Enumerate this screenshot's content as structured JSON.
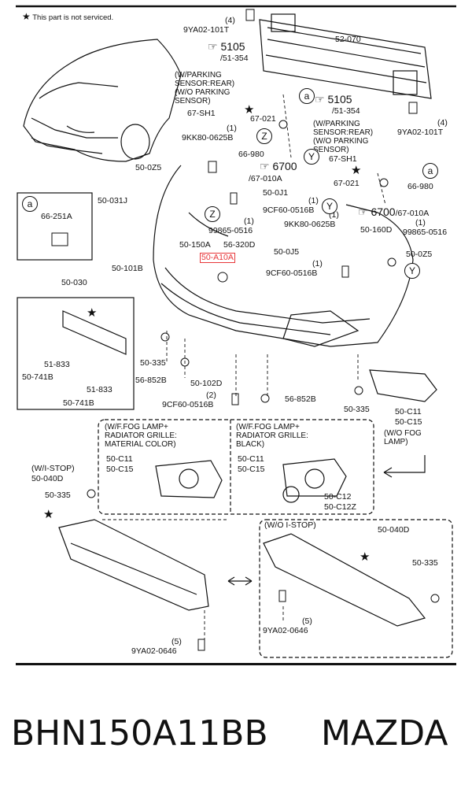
{
  "note": "This part is not serviced.",
  "labels": {
    "p9ya02_101t_top_qty": "(4)",
    "p9ya02_101t_top": "9YA02-101T",
    "p52_070": "52-070",
    "p5105_a": "5105",
    "p51_354_a": "/51-354",
    "cond_parking_rear_a": "(W/PARKING\nSENSOR:REAR)\n(W/O PARKING\nSENSOR)",
    "p67_sh1_a": "67-SH1",
    "p67_021_a": "67-021",
    "qty1_a": "(1)",
    "p9kk80_0625b_a": "9KK80-0625B",
    "p66_980_a": "66-980",
    "p50_0z5_a": "50-0Z5",
    "p6700_a": "6700",
    "p67_010a_a": "/67-010A",
    "p50_0j1": "50-0J1",
    "p50_031j": "50-031J",
    "p9cf60_0516b_a": "9CF60-0516B",
    "qty1_b": "(1)",
    "p99865_0516_a": "99865-0516",
    "qty1_c": "(1)",
    "p50_150a": "50-150A",
    "p56_320d": "56-320D",
    "p50_a10a": "50-A10A",
    "p5105_b": "5105",
    "p51_354_b": "/51-354",
    "cond_parking_rear_b": "(W/PARKING\nSENSOR:REAR)\n(W/O PARKING\nSENSOR)",
    "p9ya02_101t_r": "9YA02-101T",
    "p9ya02_101t_r_qty": "(4)",
    "p67_sh1_b": "67-SH1",
    "p67_021_b": "67-021",
    "p66_980_b": "66-980",
    "p6700_b": "6700",
    "p67_010a_b": "/67-010A",
    "p9kk80_0625b_b": "9KK80-0625B",
    "qty1_d": "(1)",
    "p50_160d": "50-160D",
    "p99865_0516_b": "99865-0516",
    "qty1_e": "(1)",
    "p50_0j5": "50-0J5",
    "p50_0z5_b": "50-0Z5",
    "p9cf60_0516b_b": "9CF60-0516B",
    "qty1_f": "(1)",
    "p66_251a": "66-251A",
    "p50_101b": "50-101B",
    "p50_030": "50-030",
    "p51_833_a": "51-833",
    "p50_741b_a": "50-741B",
    "p51_833_b": "51-833",
    "p50_741b_b": "50-741B",
    "p50_335_a": "50-335",
    "p56_852b_a": "56-852B",
    "p50_102d": "50-102D",
    "qty2": "(2)",
    "p9cf60_0516b_c": "9CF60-0516B",
    "p56_852b_b": "56-852B",
    "p50_335_b": "50-335",
    "p50_c11_a": "50-C11",
    "p50_c15_a": "50-C15",
    "cond_wo_fog": "(W/O FOG\nLAMP)",
    "cond_fog_material": "(W/F.FOG LAMP+\nRADIATOR GRILLE:\nMATERIAL COLOR)",
    "p50_c11_b": "50-C11",
    "p50_c15_b": "50-C15",
    "cond_fog_black": "(W/F.FOG LAMP+\nRADIATOR GRILLE:\nBLACK)",
    "p50_c11_c": "50-C11",
    "p50_c15_c": "50-C15",
    "p50_c12": "50-C12",
    "p50_c12z": "50-C12Z",
    "cond_wi_stop": "(W/I-STOP)",
    "p50_040d_a": "50-040D",
    "p50_335_c": "50-335",
    "cond_wo_istop": "(W/O I-STOP)",
    "p50_040d_b": "50-040D",
    "p50_335_d": "50-335",
    "qty5_a": "(5)",
    "p9ya02_0646_a": "9YA02-0646",
    "qty5_b": "(5)",
    "p9ya02_0646_b": "9YA02-0646"
  },
  "callouts": {
    "a": "a",
    "z": "Z",
    "y": "Y"
  },
  "footer": {
    "part_number": "BHN150A11BB",
    "brand": "MAZDA"
  },
  "colors": {
    "line": "#111111",
    "highlight": "#e8373a",
    "background": "#ffffff"
  }
}
